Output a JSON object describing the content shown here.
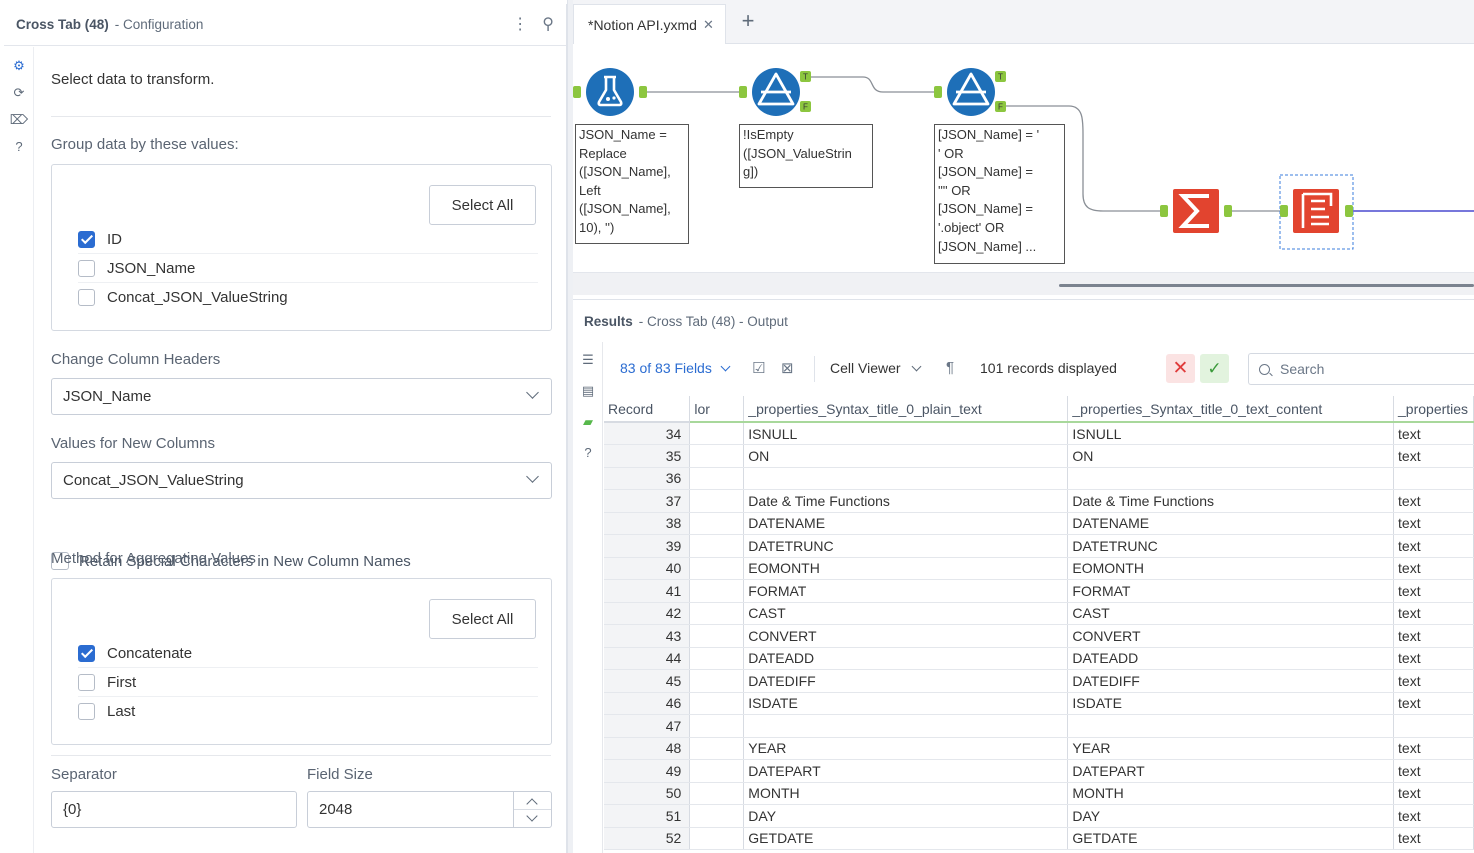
{
  "config": {
    "tool_name": "Cross Tab (48)",
    "subtitle": "- Configuration",
    "intro": "Select data to transform.",
    "group_label": "Group data by these values:",
    "group_select_all": "Select All",
    "group_fields": [
      {
        "label": "ID",
        "checked": true
      },
      {
        "label": "JSON_Name",
        "checked": false
      },
      {
        "label": "Concat_JSON_ValueString",
        "checked": false
      }
    ],
    "headers_label": "Change Column Headers",
    "headers_value": "JSON_Name",
    "values_label": "Values for New Columns",
    "values_value": "Concat_JSON_ValueString",
    "retain_label": "Retain Special Characters in New Column Names",
    "method_label": "Method for Aggregating Values",
    "method_select_all": "Select All",
    "methods": [
      {
        "label": "Concatenate",
        "checked": true
      },
      {
        "label": "First",
        "checked": false
      },
      {
        "label": "Last",
        "checked": false
      }
    ],
    "separator_label": "Separator",
    "separator_value": "{0}",
    "field_size_label": "Field Size",
    "field_size_value": "2048"
  },
  "canvas": {
    "tab_name": "*Notion API.yxmd",
    "annotations": {
      "formula": [
        "JSON_Name =",
        "Replace",
        "([JSON_Name],",
        "Left",
        "([JSON_Name],",
        "10), '')"
      ],
      "filter1": [
        "!IsEmpty",
        "([JSON_ValueStrin",
        "g])"
      ],
      "filter2": [
        "[JSON_Name] = '",
        "' OR",
        "[JSON_Name] =",
        "'\"' OR",
        "[JSON_Name] =",
        "'.object' OR",
        "[JSON_Name] ..."
      ]
    },
    "anchor_labels": {
      "true": "T",
      "false": "F"
    }
  },
  "results": {
    "title": "Results",
    "subtitle": "- Cross Tab (48) - Output",
    "fields_count": "83 of 83 Fields",
    "cell_viewer": "Cell Viewer",
    "records_displayed": "101 records displayed",
    "search_placeholder": "Search",
    "columns": [
      "Record",
      "lor",
      "_properties_Syntax_title_0_plain_text",
      "_properties_Syntax_title_0_text_content",
      "_properties"
    ],
    "rows": [
      [
        "34",
        "",
        "ISNULL",
        "ISNULL",
        "text"
      ],
      [
        "35",
        "",
        "ON",
        "ON",
        "text"
      ],
      [
        "36",
        "",
        "",
        "",
        ""
      ],
      [
        "37",
        "",
        "Date & Time Functions",
        "Date & Time Functions",
        "text"
      ],
      [
        "38",
        "",
        "DATENAME",
        "DATENAME",
        "text"
      ],
      [
        "39",
        "",
        "DATETRUNC",
        "DATETRUNC",
        "text"
      ],
      [
        "40",
        "",
        "EOMONTH",
        "EOMONTH",
        "text"
      ],
      [
        "41",
        "",
        "FORMAT",
        "FORMAT",
        "text"
      ],
      [
        "42",
        "",
        "CAST",
        "CAST",
        "text"
      ],
      [
        "43",
        "",
        "CONVERT",
        "CONVERT",
        "text"
      ],
      [
        "44",
        "",
        "DATEADD",
        "DATEADD",
        "text"
      ],
      [
        "45",
        "",
        "DATEDIFF",
        "DATEDIFF",
        "text"
      ],
      [
        "46",
        "",
        "ISDATE",
        "ISDATE",
        "text"
      ],
      [
        "47",
        "",
        "",
        "",
        ""
      ],
      [
        "48",
        "",
        "YEAR",
        "YEAR",
        "text"
      ],
      [
        "49",
        "",
        "DATEPART",
        "DATEPART",
        "text"
      ],
      [
        "50",
        "",
        "MONTH",
        "MONTH",
        "text"
      ],
      [
        "51",
        "",
        "DAY",
        "DAY",
        "text"
      ],
      [
        "52",
        "",
        "GETDATE",
        "GETDATE",
        "text"
      ]
    ]
  },
  "colors": {
    "accent": "#2b6cd1",
    "anchor_green": "#8cc63f",
    "tool_blue": "#1e6fb8",
    "tool_red": "#e2442f",
    "connection_blue": "#4a4acf"
  }
}
